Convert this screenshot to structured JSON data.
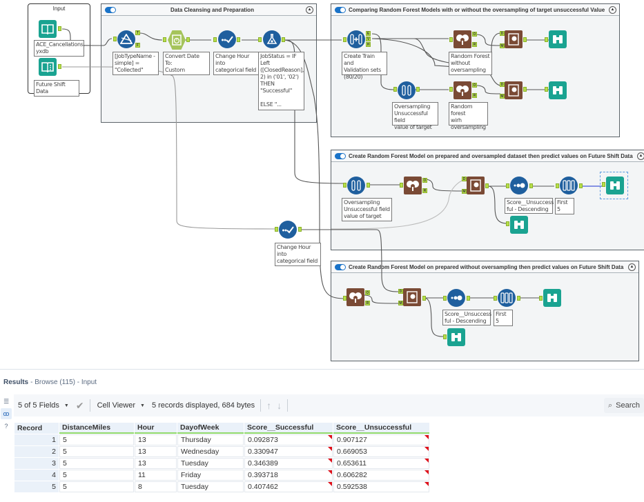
{
  "canvas": {
    "input_container": {
      "title": "Input",
      "tools": [
        {
          "name": "input-data-ace-cancellations",
          "label": "ACE_Cancellations.\nyxdb"
        },
        {
          "name": "input-data-future-shift",
          "label": "Future Shift Data"
        }
      ]
    },
    "containers": [
      {
        "title": "Data Cleansing and Preparation",
        "enabled": true
      },
      {
        "title": "Comparing Random Forest Models with  or without the oversampling of target unsuccessful Value",
        "enabled": true
      },
      {
        "title": "Create Random Forest Model on prepared and oversampled dataset then predict values  on  Future Shift Data",
        "enabled": true
      },
      {
        "title": "Create Random Forest Model on prepared without oversampling then predict values  on  Future Shift Data",
        "enabled": true
      }
    ],
    "annotations": {
      "filter": "[JobTypeName -\nsimple] =\n\"Collected\"",
      "datetime": "Convert Date To:\nCustom",
      "formula_hour": "Change Hour into\ncategorical field",
      "formula_status": "JobStatus = IF\nLeft\n([ClosedReason],\n2) in ('01', '02')\nTHEN\n\"Successful\"\n\nELSE \"...",
      "create_samples": "Create Train and\nValidation sets\n(80/20)",
      "rf_without": "Random Forest\nwithout\noversampling",
      "oversample": "Oversampling\nUnsuccessful field\nvalue of target",
      "rf_with": "Random forest\nwirh\noversampling",
      "oversample2": "Oversampling\nUnsuccessful field\nvalue of target",
      "sort1": "Score__Unsuccess\nful - Descending",
      "sample1": "First 5",
      "formula_hour2": "Change Hour into\ncategorical field",
      "sort2": "Score__Unsuccess\nful - Descending",
      "sample2": "First 5"
    },
    "anchor_labels": {
      "true": "T",
      "false": "F",
      "estimation": "E",
      "validation": "V",
      "holdout": "H",
      "object": "O",
      "report": "R",
      "data": "D",
      "model": "M"
    }
  },
  "results": {
    "title": "Results",
    "subtitle": "- Browse (115) - Input",
    "sidebar_icons": [
      "list-icon",
      "binoculars-icon",
      "help-icon"
    ],
    "toolbar": {
      "fields": "5 of 5 Fields",
      "viewer": "Cell Viewer",
      "status": "5 records displayed, 684 bytes",
      "search": "Search"
    },
    "table": {
      "columns": [
        "Record",
        "DistanceMiles",
        "Hour",
        "DayofWeek",
        "Score__Successful",
        "Score__Unsuccessful"
      ],
      "rows": [
        [
          "1",
          "5",
          "13",
          "Thursday",
          "0.092873",
          "0.907127"
        ],
        [
          "2",
          "5",
          "13",
          "Wednesday",
          "0.330947",
          "0.669053"
        ],
        [
          "3",
          "5",
          "13",
          "Tuesday",
          "0.346389",
          "0.653611"
        ],
        [
          "4",
          "5",
          "11",
          "Friday",
          "0.393718",
          "0.606282"
        ],
        [
          "5",
          "5",
          "8",
          "Tuesday",
          "0.407462",
          "0.592538"
        ]
      ]
    }
  }
}
